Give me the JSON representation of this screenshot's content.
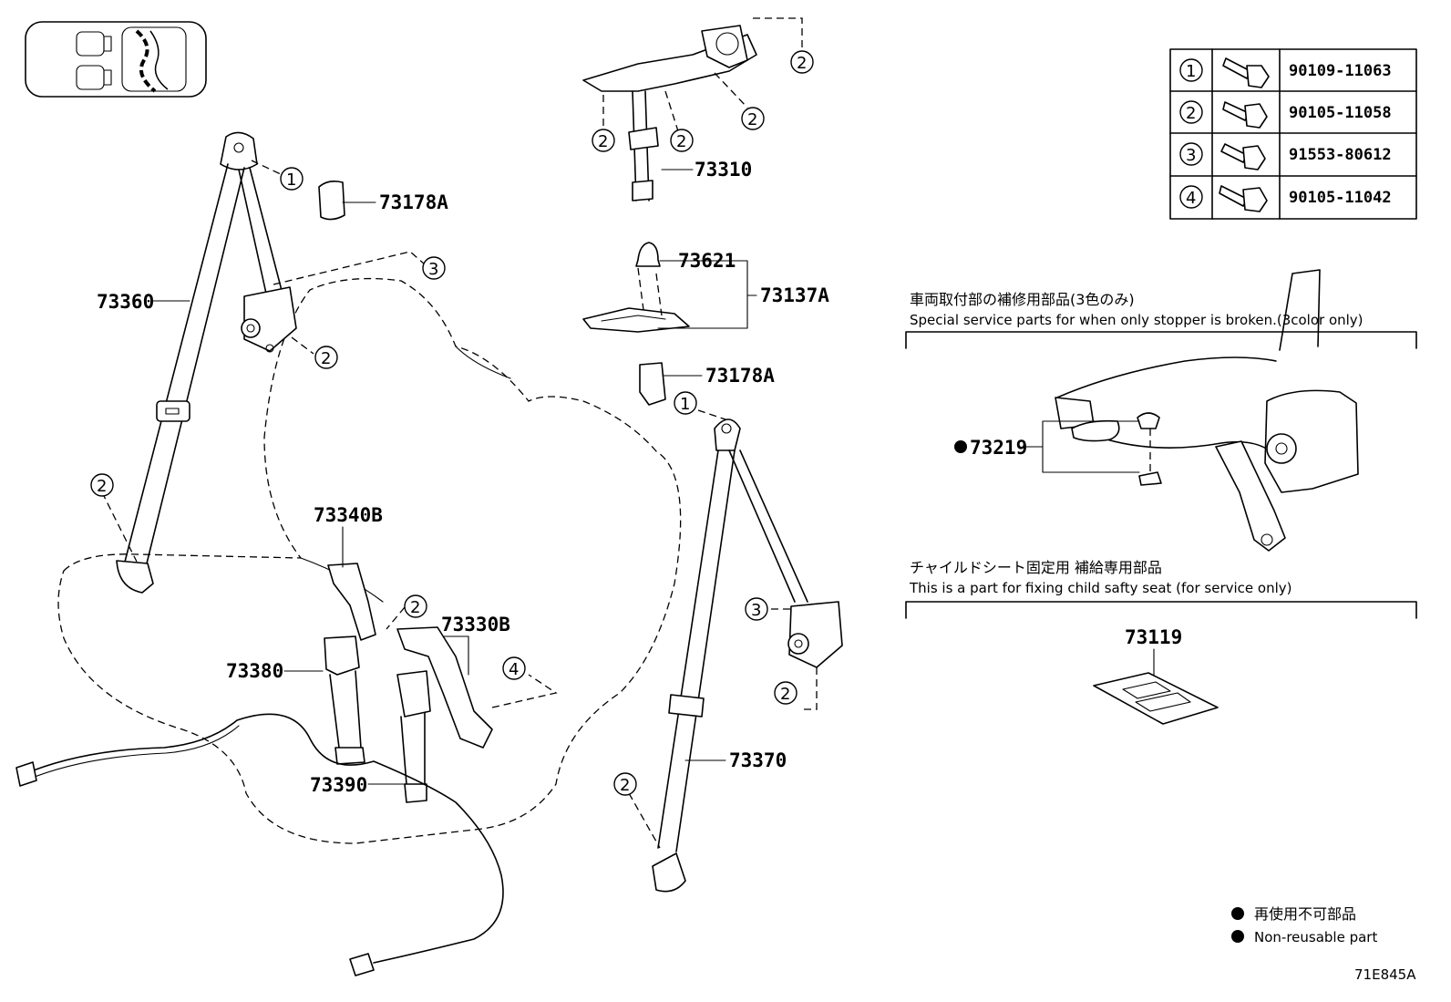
{
  "parts": {
    "p73360": "73360",
    "p73178A_top": "73178A",
    "p73178A_mid": "73178A",
    "p73310": "73310",
    "p73621": "73621",
    "p73137A": "73137A",
    "p73340B": "73340B",
    "p73330B": "73330B",
    "p73380": "73380",
    "p73390": "73390",
    "p73370": "73370",
    "p73219": "73219",
    "p73119": "73119"
  },
  "callouts": {
    "c1": "1",
    "c2": "2",
    "c3": "3",
    "c4": "4"
  },
  "fastener_table": {
    "rows": [
      {
        "ref": "1",
        "part": "90109-11063"
      },
      {
        "ref": "2",
        "part": "90105-11058"
      },
      {
        "ref": "3",
        "part": "91553-80612"
      },
      {
        "ref": "4",
        "part": "90105-11042"
      }
    ]
  },
  "notes": {
    "stopper_jp": "車両取付部の補修用部品(3色のみ)",
    "stopper_en": "Special service parts for when only stopper is broken.(3color only)",
    "child_jp": "チャイルドシート固定用 補給専用部品",
    "child_en": "This is a part for fixing child safty seat (for service only)",
    "legend_jp": "再使用不可部品",
    "legend_en": "Non-reusable part",
    "figure_id": "71E845A"
  }
}
